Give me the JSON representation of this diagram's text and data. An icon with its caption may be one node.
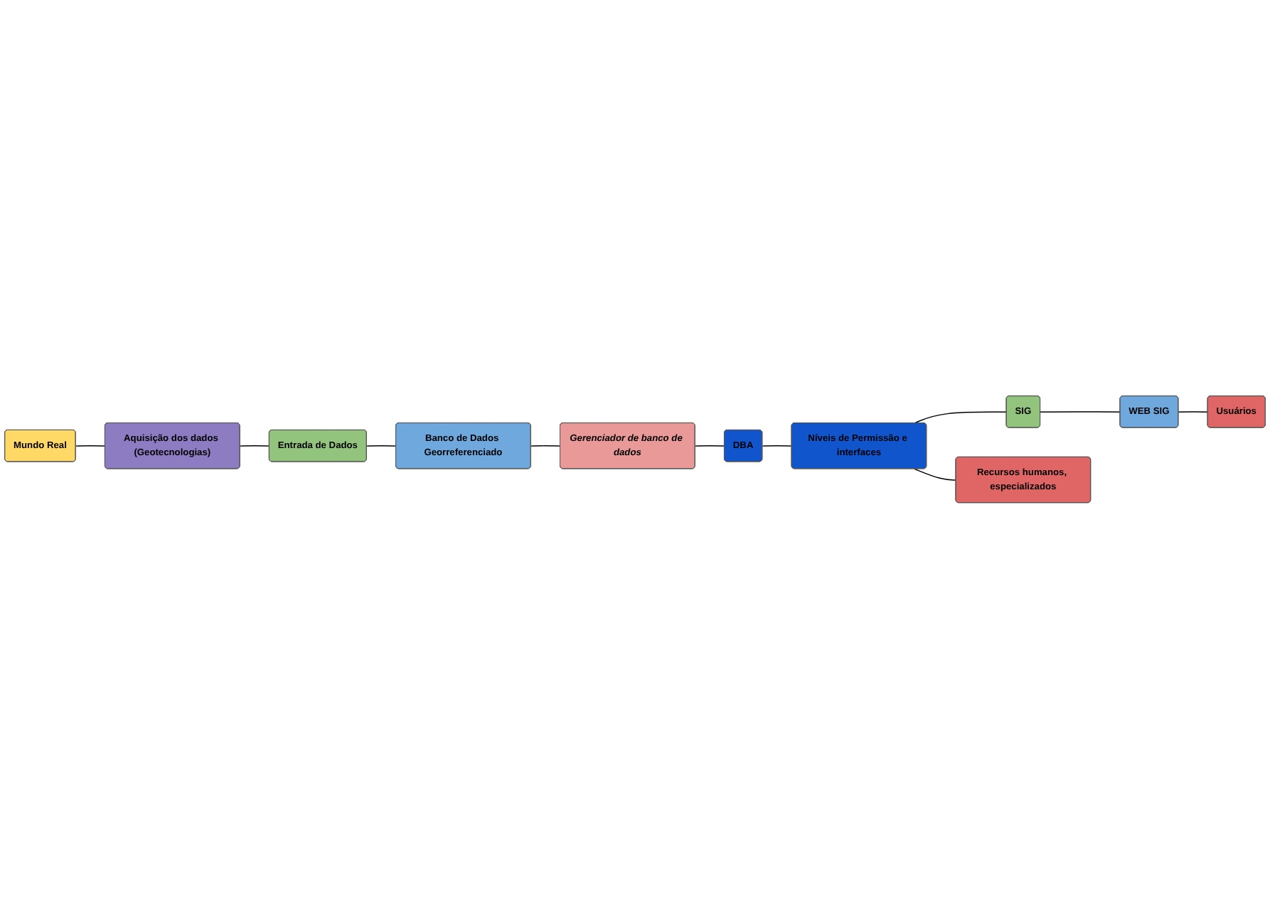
{
  "diagram": {
    "nodes": [
      {
        "text": [
          "Entrada de Dados"
        ]
      },
      {
        "text": [
          "Banco de Dados Georreferenciado"
        ]
      },
      {
        "text": [
          "Aquisição dos dados (Geotecnologias)"
        ]
      },
      {
        "text": [
          "Mundo Real"
        ]
      },
      {
        "text": [
          "Gerenciador de banco de dados"
        ]
      },
      {
        "text": [
          "DBA"
        ]
      },
      {
        "text": [
          "WEB SIG"
        ]
      },
      {
        "text": [
          "SIG"
        ]
      },
      {
        "text": [
          "Níveis de Permissão e interfaces"
        ]
      },
      {
        "text": [
          "Usuários"
        ]
      },
      {
        "text": [
          "Recursos humanos, especializados"
        ]
      }
    ],
    "edges": [
      {
        "from": 3,
        "to": 2,
        "arrow": "none"
      },
      {
        "from": 2,
        "to": 0,
        "arrow": "none"
      },
      {
        "from": 0,
        "to": 1,
        "arrow": "none"
      },
      {
        "from": 1,
        "to": 4,
        "arrow": "none"
      },
      {
        "from": 4,
        "to": 5,
        "arrow": "none"
      },
      {
        "from": 5,
        "to": 8,
        "arrow": "none"
      },
      {
        "from": 8,
        "to": 7,
        "arrow": "none"
      },
      {
        "from": 7,
        "to": 6,
        "arrow": "none"
      },
      {
        "from": 6,
        "to": 9,
        "arrow": "none"
      },
      {
        "from": 8,
        "to": 10,
        "arrow": "none"
      }
    ]
  }
}
